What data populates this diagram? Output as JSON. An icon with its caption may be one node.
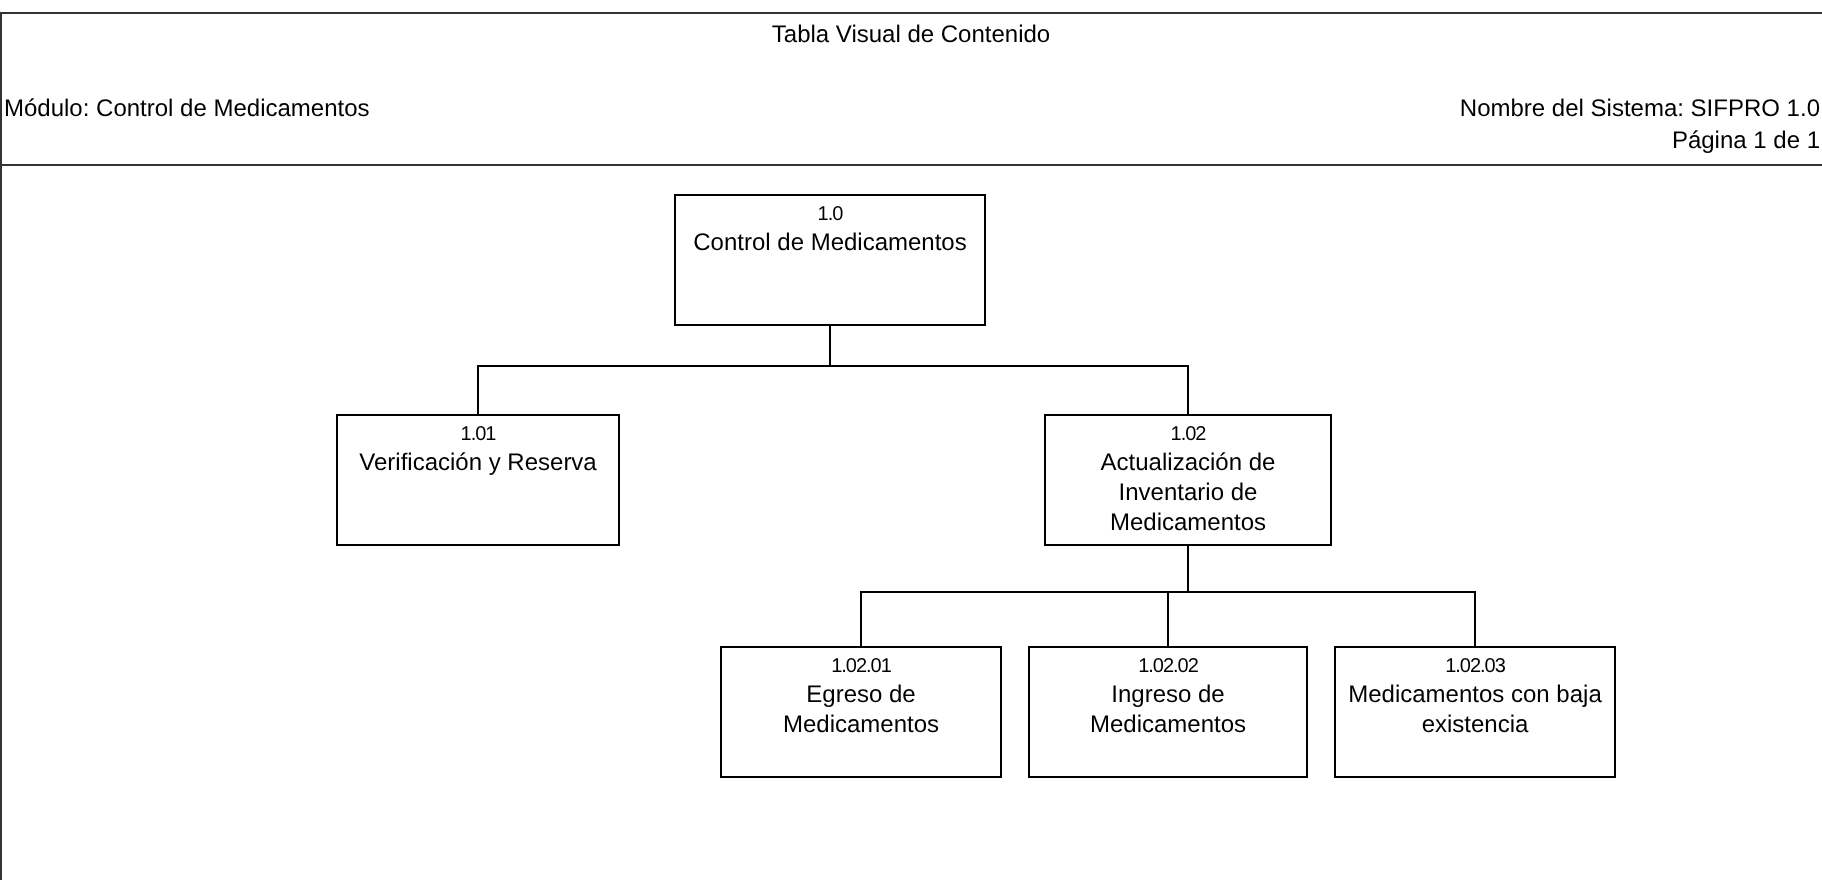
{
  "diagram": {
    "title": "Tabla Visual de Contenido",
    "nodes": [
      {
        "text": [
          "1.0",
          "Control de Medicamentos"
        ]
      },
      {
        "text": [
          "1.01",
          "Verificación y Reserva"
        ]
      },
      {
        "text": [
          "1.02",
          "Actualización de Inventario de Medicamentos"
        ]
      },
      {
        "text": [
          "1.02.01",
          "Egreso de Medicamentos"
        ]
      },
      {
        "text": [
          "1.02.02",
          "Ingreso de Medicamentos"
        ]
      },
      {
        "text": [
          "1.02.03",
          "Medicamentos con baja existencia"
        ]
      }
    ],
    "edges": [
      {
        "from": 0,
        "to": 1,
        "arrow": "none"
      },
      {
        "from": 0,
        "to": 2,
        "arrow": "none"
      },
      {
        "from": 2,
        "to": 3,
        "arrow": "none"
      },
      {
        "from": 2,
        "to": 4,
        "arrow": "none"
      },
      {
        "from": 2,
        "to": 5,
        "arrow": "none"
      }
    ],
    "labels": [
      "Módulo: Control de Medicamentos",
      "Nombre del Sistema: SIFPRO 1.0",
      "Página 1 de 1"
    ]
  }
}
